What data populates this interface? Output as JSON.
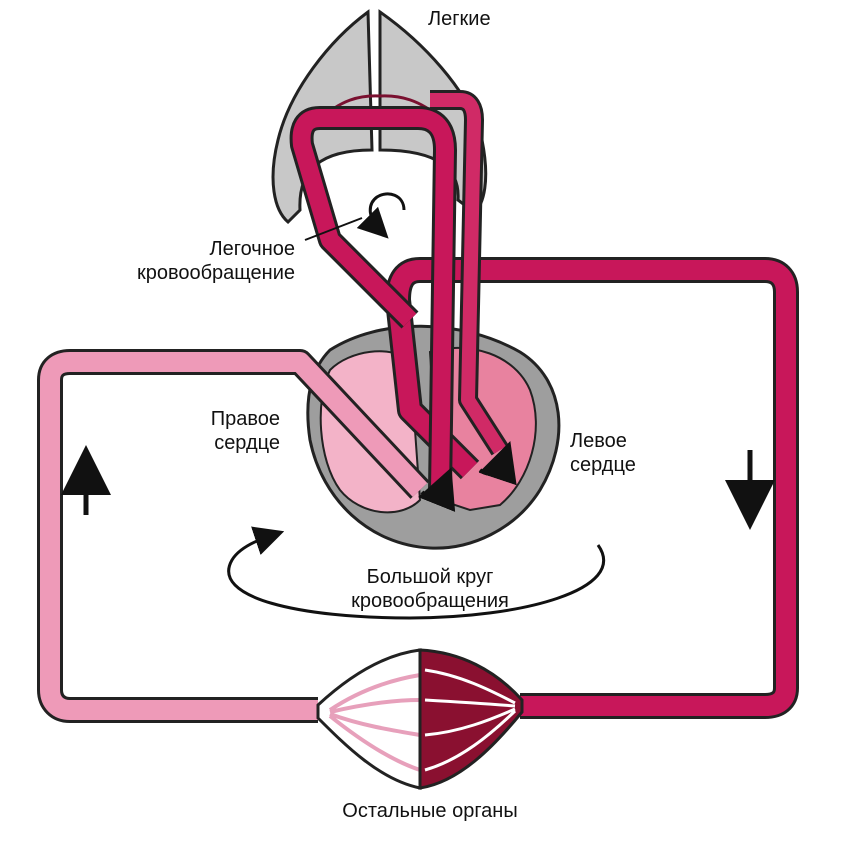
{
  "labels": {
    "lungs": "Легкие",
    "pulmonary_line1": "Легочное",
    "pulmonary_line2": "кровообращение",
    "right_heart_line1": "Правое",
    "right_heart_line2": "сердце",
    "left_heart_line1": "Левое",
    "left_heart_line2": "сердце",
    "systemic_line1": "Большой круг",
    "systemic_line2": "кровообращения",
    "organs": "Остальные органы"
  },
  "colors": {
    "arterial": "#c8175a",
    "venous": "#ee9ab8",
    "tissue_gray": "#bdbdbd",
    "outline": "#222222"
  }
}
